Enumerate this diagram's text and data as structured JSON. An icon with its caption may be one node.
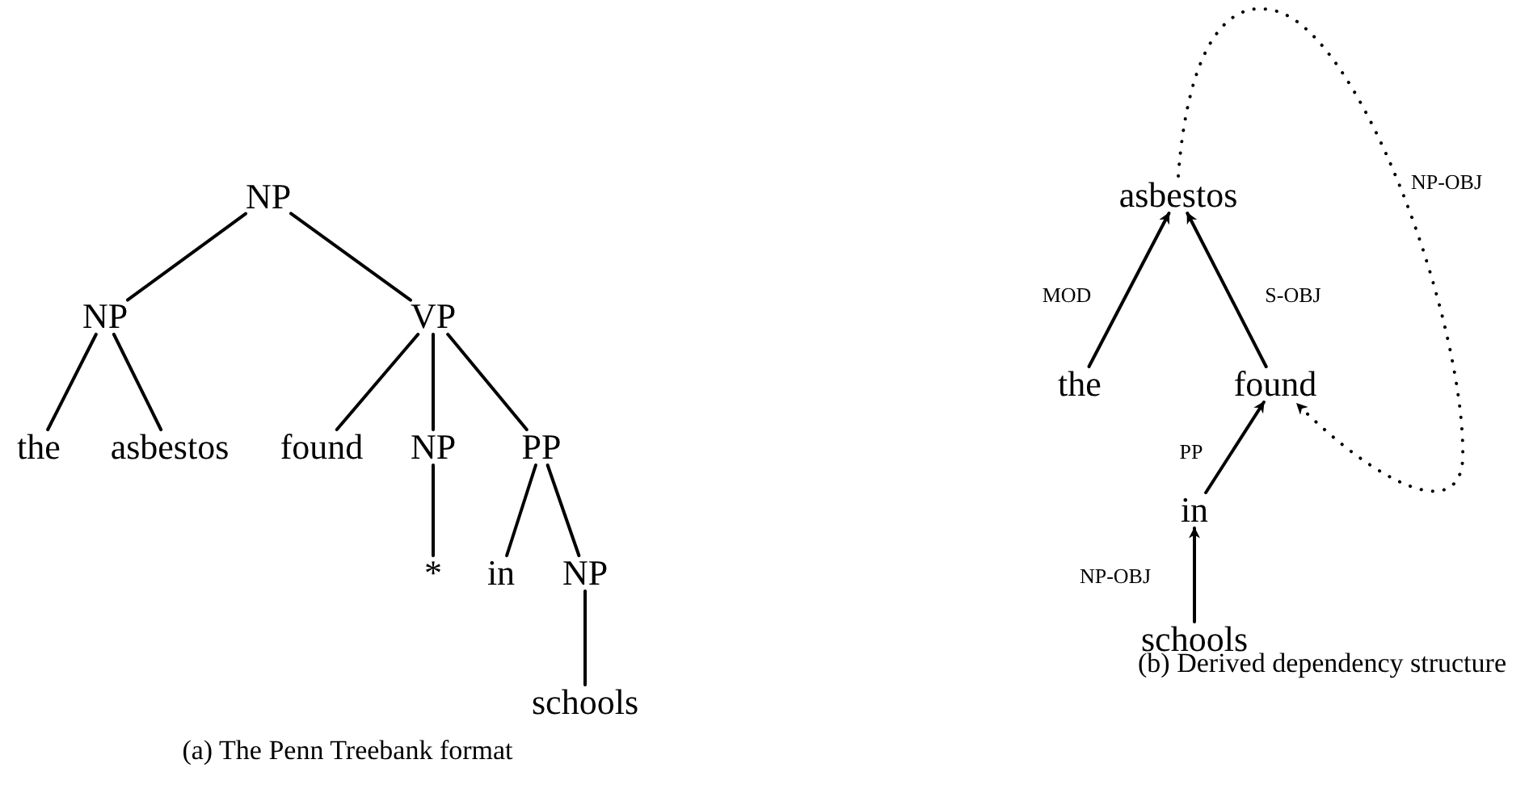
{
  "diagram": {
    "nodes": [
      {
        "text": [
          "NP"
        ]
      },
      {
        "text": [
          "NP"
        ]
      },
      {
        "text": [
          "VP"
        ]
      },
      {
        "text": [
          "the"
        ]
      },
      {
        "text": [
          "asbestos"
        ]
      },
      {
        "text": [
          "found"
        ]
      },
      {
        "text": [
          "NP"
        ]
      },
      {
        "text": [
          "PP"
        ]
      },
      {
        "text": [
          "*"
        ]
      },
      {
        "text": [
          "in"
        ]
      },
      {
        "text": [
          "NP"
        ]
      },
      {
        "text": [
          "schools"
        ]
      },
      {
        "text": [
          "asbestos"
        ]
      },
      {
        "text": [
          "the"
        ]
      },
      {
        "text": [
          "found"
        ]
      },
      {
        "text": [
          "in"
        ]
      },
      {
        "text": [
          "schools"
        ]
      }
    ],
    "edges": [
      {
        "from": 0,
        "to": 1,
        "arrow": "none"
      },
      {
        "from": 0,
        "to": 2,
        "arrow": "none"
      },
      {
        "from": 1,
        "to": 3,
        "arrow": "none"
      },
      {
        "from": 1,
        "to": 4,
        "arrow": "none"
      },
      {
        "from": 2,
        "to": 5,
        "arrow": "none"
      },
      {
        "from": 2,
        "to": 6,
        "arrow": "none"
      },
      {
        "from": 2,
        "to": 7,
        "arrow": "none"
      },
      {
        "from": 6,
        "to": 8,
        "arrow": "none"
      },
      {
        "from": 7,
        "to": 9,
        "arrow": "none"
      },
      {
        "from": 7,
        "to": 10,
        "arrow": "none"
      },
      {
        "from": 10,
        "to": 11,
        "arrow": "none"
      },
      {
        "from": 13,
        "to": 12,
        "arrow": "to",
        "label": "MOD"
      },
      {
        "from": 14,
        "to": 12,
        "arrow": "to",
        "label": "S-OBJ"
      },
      {
        "from": 15,
        "to": 14,
        "arrow": "to",
        "label": "PP"
      },
      {
        "from": 16,
        "to": 15,
        "arrow": "to",
        "label": "NP-OBJ"
      },
      {
        "from": 12,
        "to": 14,
        "arrow": "to",
        "label": "NP-OBJ",
        "style": "dashed"
      }
    ],
    "labels": [
      "(a) The Penn Treebank format",
      "(b) Derived dependency structure"
    ]
  }
}
